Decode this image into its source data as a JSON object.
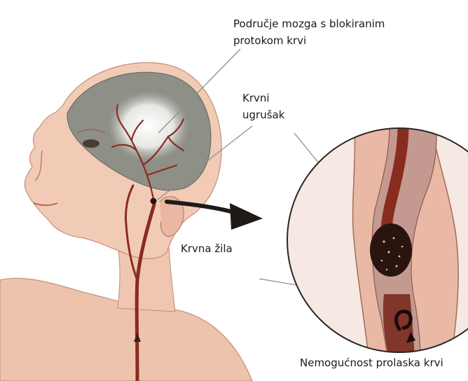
{
  "labels": {
    "brain_region": {
      "line1": "Područje mozga s blokiranim",
      "line2": "protokom krvi"
    },
    "blood_clot": {
      "line1": "Krvni",
      "line2": "ugrušak"
    },
    "blood_vessel": "Krvna žila",
    "no_blood_flow": "Nemogućnost prolaska krvi"
  },
  "colors": {
    "skin": "#f1c9b4",
    "skin_shadow": "#d9a48c",
    "brain": "#8a8c82",
    "vessel": "#8a2b20",
    "vessel_wall": "#e9b9a6",
    "clot": "#2a1410",
    "lumen": "#c49a90"
  }
}
